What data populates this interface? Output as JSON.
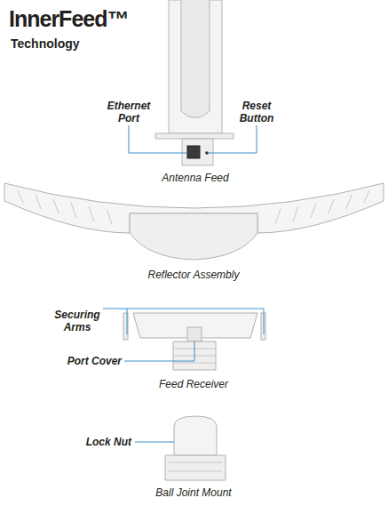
{
  "diagram": {
    "title": "InnerFeed™",
    "labels": [
      "Technology",
      "Ethernet Port",
      "Reset Button",
      "Antenna Feed",
      "Reflector Assembly",
      "Securing Arms",
      "Port Cover",
      "Feed Receiver",
      "Lock Nut",
      "Ball Joint Mount"
    ]
  }
}
